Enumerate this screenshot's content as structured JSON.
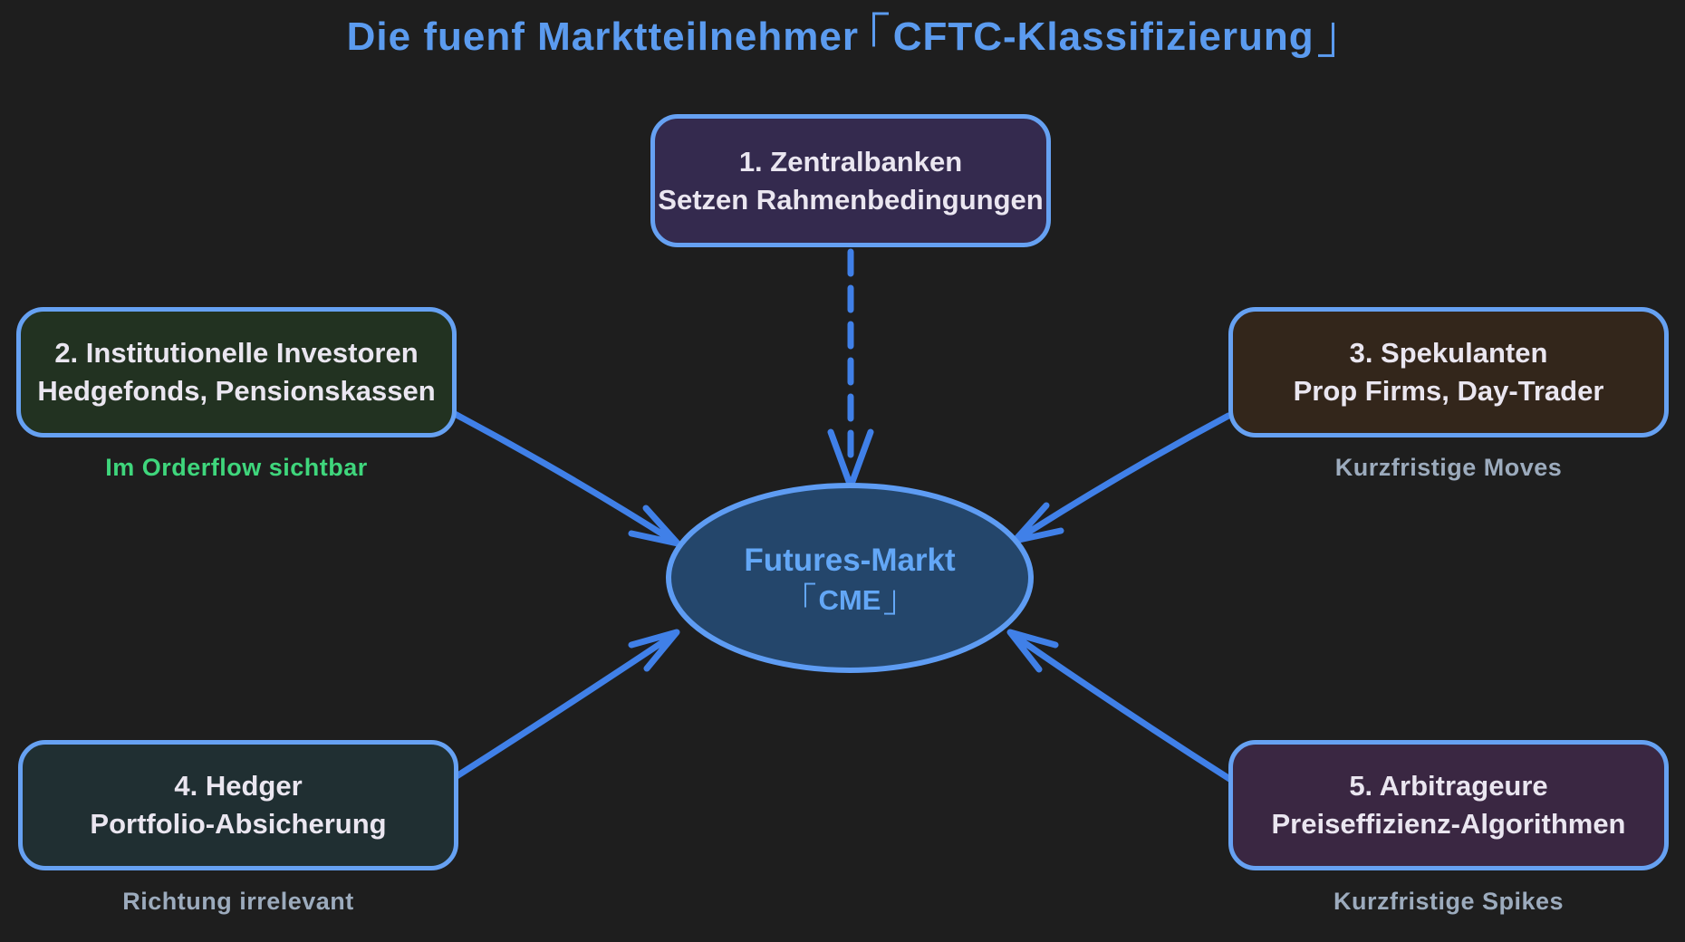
{
  "title": {
    "text": "Die fuenf Marktteilnehmer 「CFTC-Klassifizierung」",
    "prefix": "Die fuenf Marktteilnehmer",
    "bracketed": "CFTC-Klassifizierung"
  },
  "center": {
    "name": "Futures-Markt",
    "sub": "「CME」",
    "sub_text": "CME"
  },
  "nodes": [
    {
      "title": "1. Zentralbanken",
      "subtitle": "Setzen Rahmenbedingungen",
      "fill": "#342a4e",
      "caption": ""
    },
    {
      "title": "2. Institutionelle Investoren",
      "subtitle": "Hedgefonds, Pensionskassen",
      "fill": "#223221",
      "caption": "Im Orderflow sichtbar",
      "caption_color": "#3fd67c"
    },
    {
      "title": "3. Spekulanten",
      "subtitle": "Prop Firms, Day-Trader",
      "fill": "#33261b",
      "caption": "Kurzfristige Moves",
      "caption_color": "#9cabbd"
    },
    {
      "title": "4. Hedger",
      "subtitle": "Portfolio-Absicherung",
      "fill": "#202f32",
      "caption": "Richtung irrelevant",
      "caption_color": "#9cabbd"
    },
    {
      "title": "5. Arbitrageure",
      "subtitle": "Preiseffizienz-Algorithmen",
      "fill": "#3a2742",
      "caption": "Kurzfristige Spikes",
      "caption_color": "#9cabbd"
    }
  ],
  "edges": [
    {
      "from": "1. Zentralbanken",
      "to": "Futures-Markt 「CME」",
      "style": "dashed"
    },
    {
      "from": "2. Institutionelle Investoren",
      "to": "Futures-Markt 「CME」",
      "style": "solid"
    },
    {
      "from": "3. Spekulanten",
      "to": "Futures-Markt 「CME」",
      "style": "solid"
    },
    {
      "from": "4. Hedger",
      "to": "Futures-Markt 「CME」",
      "style": "solid"
    },
    {
      "from": "5. Arbitrageure",
      "to": "Futures-Markt 「CME」",
      "style": "solid"
    }
  ],
  "colors": {
    "background": "#1e1e1e",
    "box_border": "#66a1f2",
    "arrow": "#4080e8",
    "title": "#5b9bef",
    "box_text": "#eae6f0",
    "caption_gray": "#9cabbd",
    "caption_green": "#3fd67c",
    "ellipse_fill": "#24466b",
    "ellipse_stroke": "#5e9cf3",
    "ellipse_text": "#63a7f6"
  }
}
